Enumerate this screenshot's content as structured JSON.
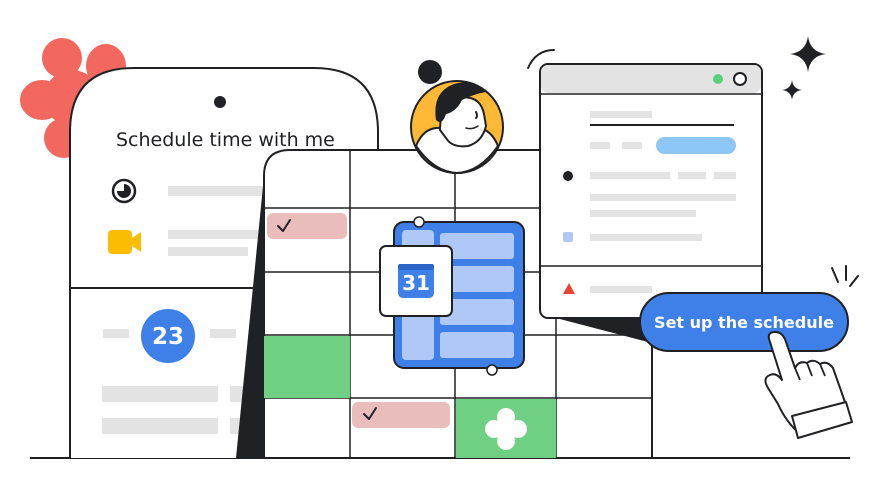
{
  "phone_card": {
    "title": "Schedule time with me",
    "date_badge": "23"
  },
  "calendar_icon": {
    "day": "31"
  },
  "cta": {
    "label": "Set up the schedule"
  },
  "colors": {
    "coral_blob": "#F2675E",
    "brand_blue": "#3E7FE8",
    "light_blue": "#AFC8F5",
    "soft_blue_pill": "#8CC7F7",
    "mint_green": "#6FD084",
    "event_pink": "#E8BDBC",
    "avatar_yellow": "#FDB935",
    "video_yellow": "#FBBC04",
    "alert_red": "#EA4335",
    "placeholder_gray": "#E3E3E3",
    "dot_green": "#5BD07A"
  }
}
